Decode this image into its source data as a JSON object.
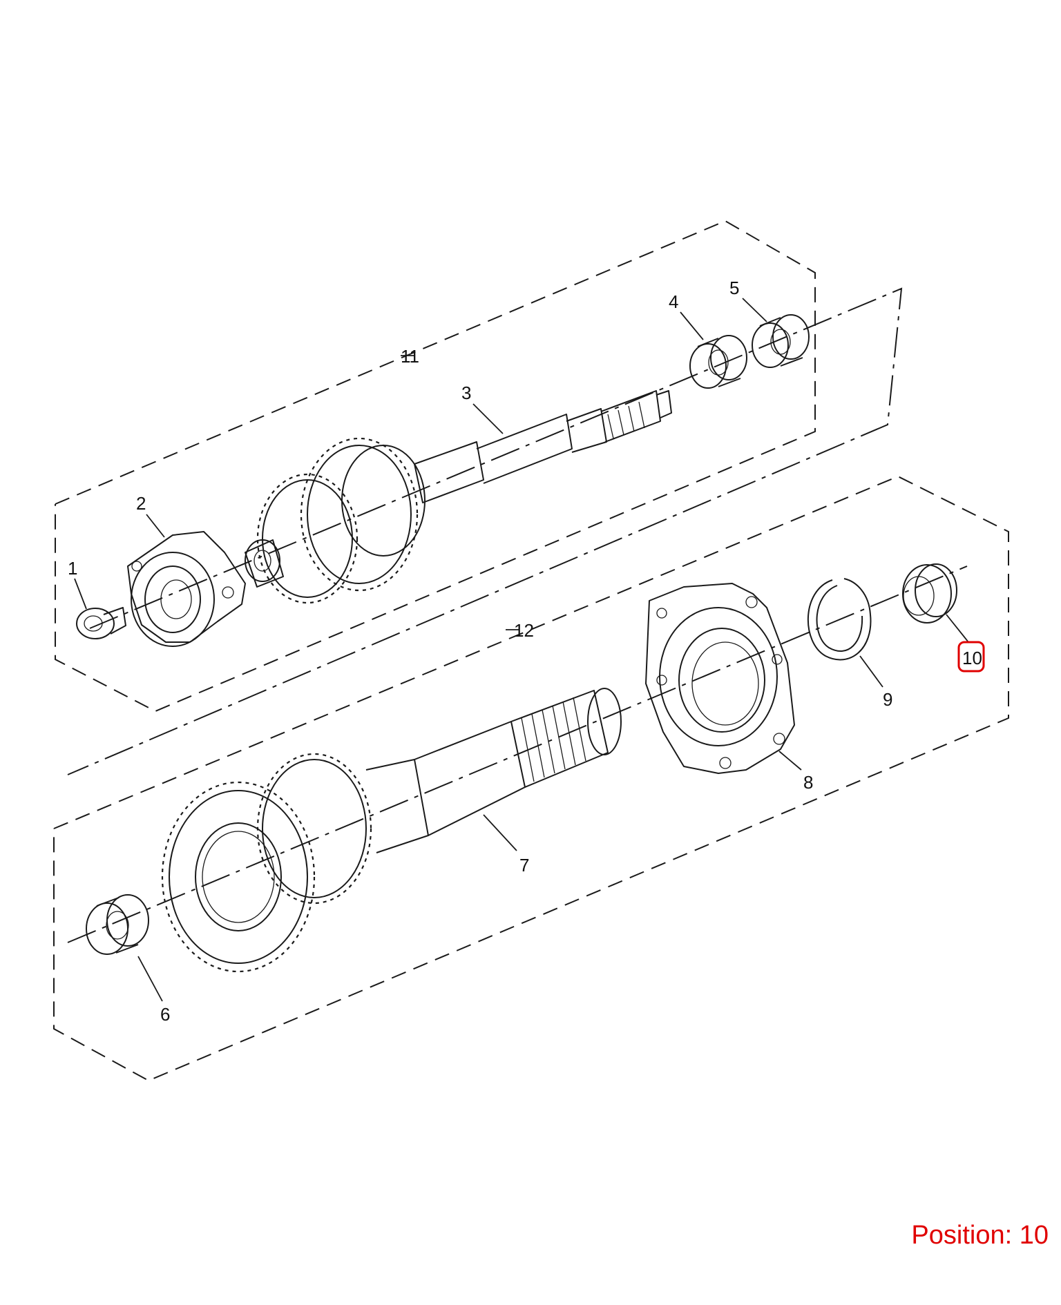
{
  "highlight_color": "#e00000",
  "position_label": "Position: 10",
  "callouts": {
    "c1": "1",
    "c2": "2",
    "c3": "3",
    "c4": "4",
    "c5": "5",
    "c6": "6",
    "c7": "7",
    "c8": "8",
    "c9": "9",
    "c10": "10",
    "c11": "11",
    "c12": "12"
  }
}
